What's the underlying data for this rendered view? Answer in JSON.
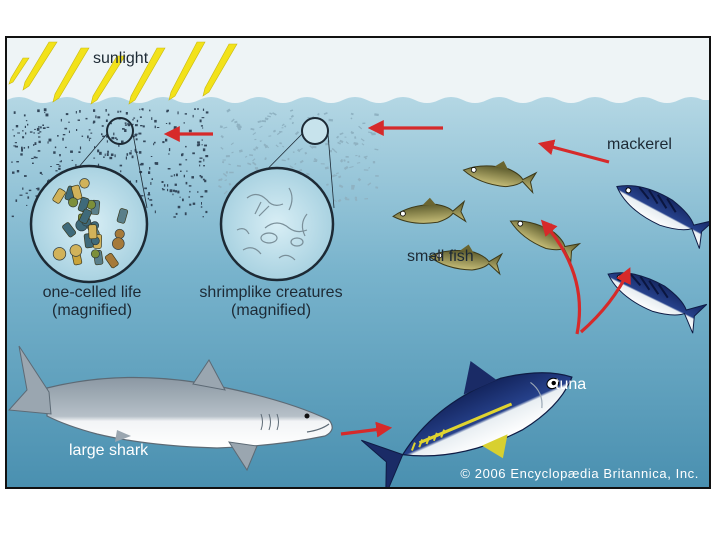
{
  "labels": {
    "sunlight": "sunlight",
    "mackerel": "mackerel",
    "small_fish": "small fish",
    "one_celled_line1": "one-celled life",
    "one_celled_line2": "(magnified)",
    "shrimplike_line1": "shrimplike creatures",
    "shrimplike_line2": "(magnified)",
    "tuna": "tuna",
    "large_shark": "large shark"
  },
  "copyright": "© 2006 Encyclopædia Britannica, Inc.",
  "colors": {
    "sky": "#eef4f6",
    "water_top": "#aacfdd",
    "water_bottom": "#4f95b4",
    "arrow": "#d62a2a",
    "sunray": "#f2e21a"
  }
}
